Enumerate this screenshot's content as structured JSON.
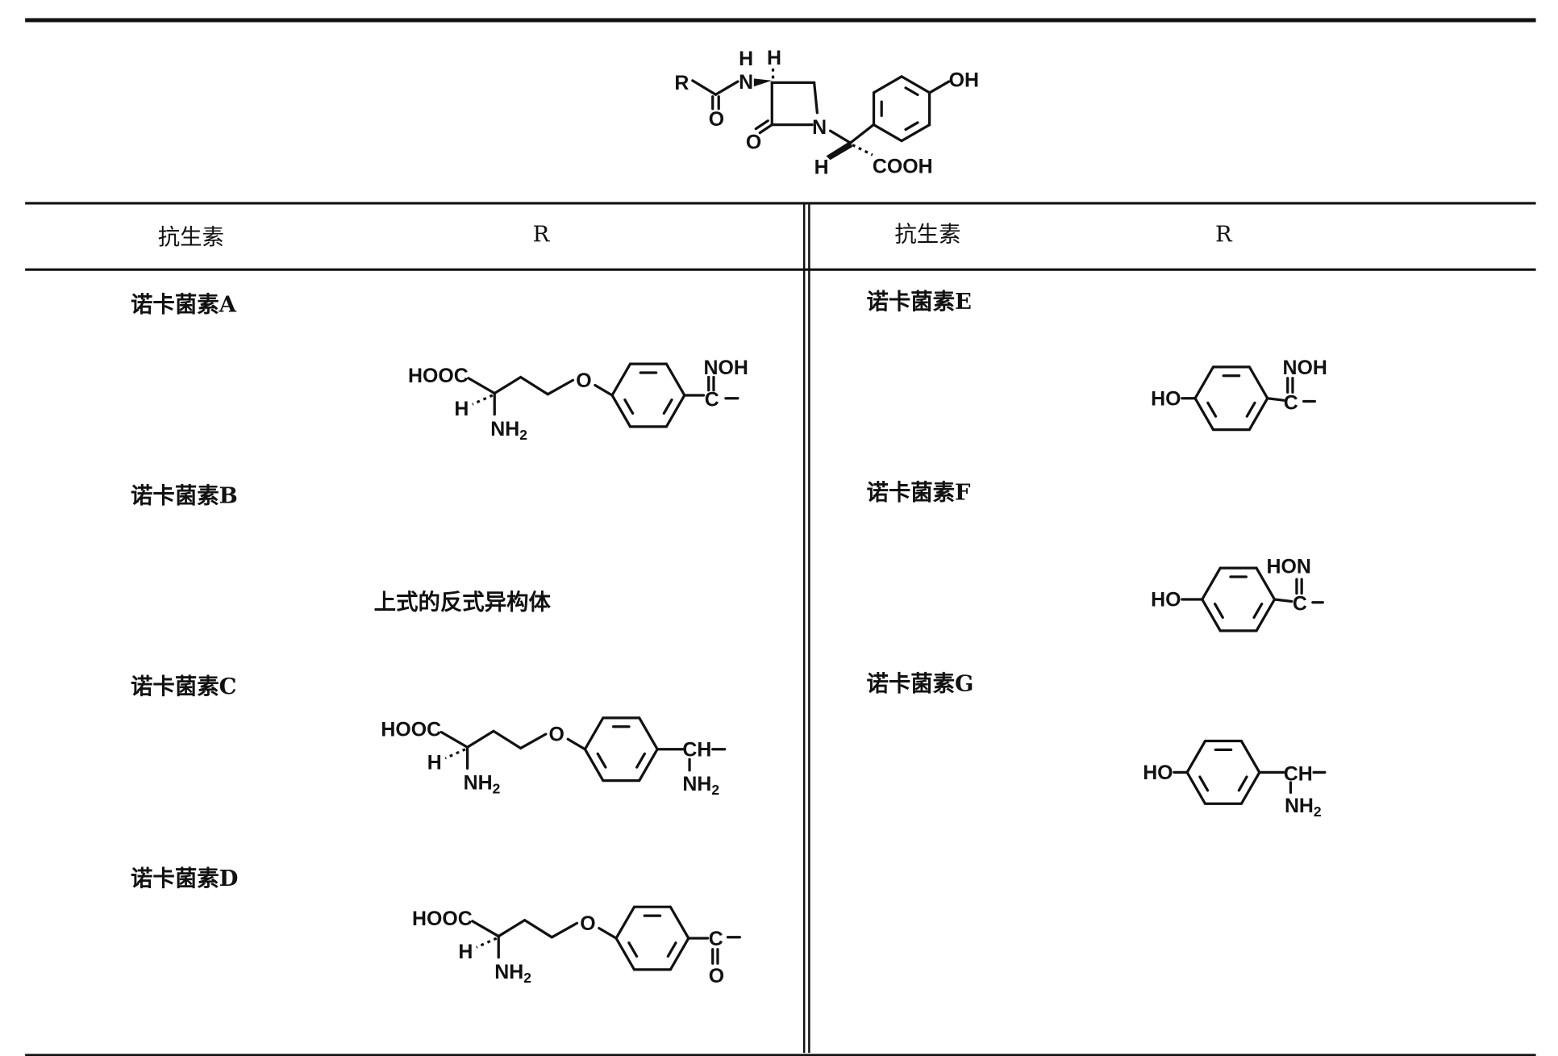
{
  "header_columns": {
    "left_antibiotic": "抗生素",
    "left_r": "R",
    "right_antibiotic": "抗生素",
    "right_r": "R"
  },
  "core_structure": {
    "r": "R",
    "n_h": "H",
    "n": "N",
    "c3_h": "H",
    "o_amide": "O",
    "o_lactam": "O",
    "ring_n": "N",
    "h_alpha": "H",
    "cooh": "COOH",
    "oh": "OH"
  },
  "rows": [
    {
      "name": "诺卡菌素A",
      "labels": {
        "hooc": "HOOC",
        "h": "H",
        "nh": "NH",
        "nh_sub": "2",
        "o": "O",
        "c": "C",
        "noh": "NOH"
      }
    },
    {
      "name": "诺卡菌素B",
      "note": "上式的反式异构体"
    },
    {
      "name": "诺卡菌素C",
      "labels": {
        "hooc": "HOOC",
        "h": "H",
        "nh": "NH",
        "nh_sub": "2",
        "o": "O",
        "ch": "CH",
        "nh2": "NH",
        "nh2_sub": "2"
      }
    },
    {
      "name": "诺卡菌素D",
      "labels": {
        "hooc": "HOOC",
        "h": "H",
        "nh": "NH",
        "nh_sub": "2",
        "o": "O",
        "c": "C",
        "o2": "O"
      }
    },
    {
      "name": "诺卡菌素E",
      "labels": {
        "ho": "HO",
        "c": "C",
        "noh": "NOH"
      }
    },
    {
      "name": "诺卡菌素F",
      "labels": {
        "ho": "HO",
        "c": "C",
        "hon": "HON"
      }
    },
    {
      "name": "诺卡菌素G",
      "labels": {
        "ho": "HO",
        "ch": "CH",
        "nh2": "NH",
        "nh2_sub": "2"
      }
    }
  ]
}
